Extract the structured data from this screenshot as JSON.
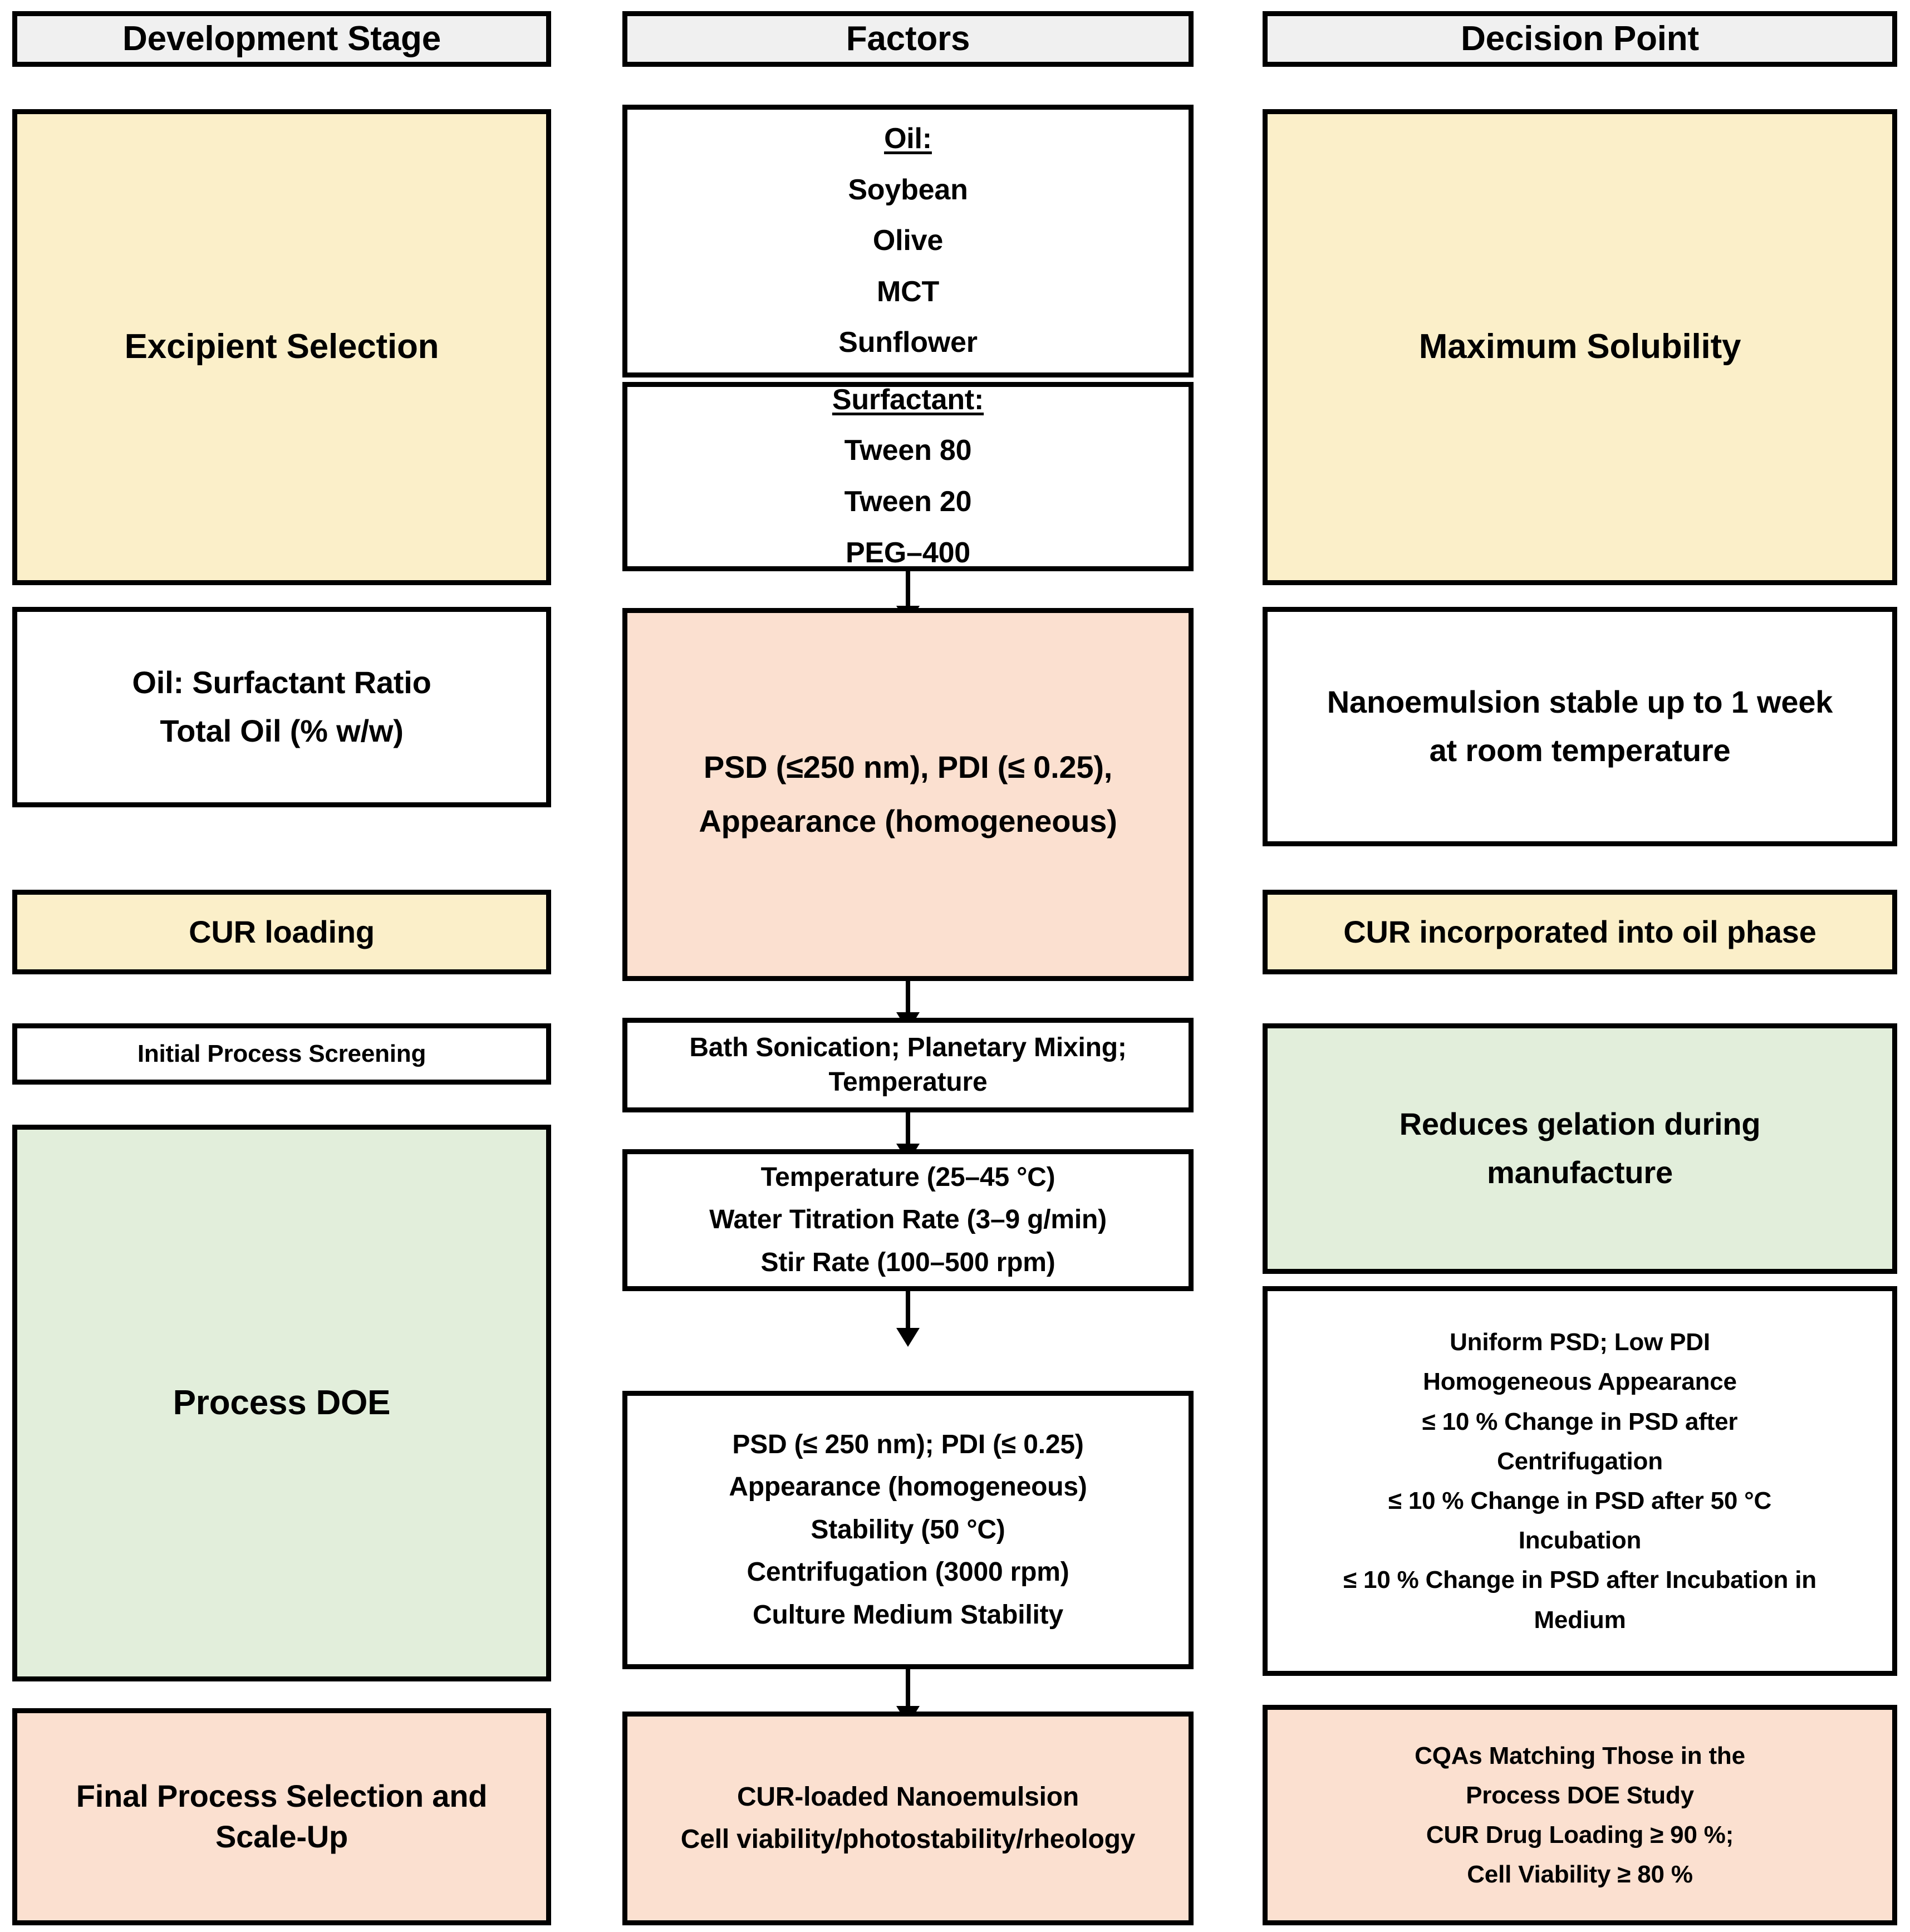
{
  "headers": {
    "development_stage": "Development Stage",
    "factors": "Factors",
    "decision_point": "Decision Point"
  },
  "colors": {
    "cream": "#fbefc9",
    "peach": "#fbe0d0",
    "green": "#e2eedb",
    "white": "#ffffff",
    "header_grey": "#f0f0f0",
    "border": "#000000"
  },
  "development_stage": {
    "excipient_selection": "Excipient Selection",
    "oil_surfactant_ratio": "Oil: Surfactant Ratio",
    "total_oil": "Total Oil (% w/w)",
    "cur_loading": "CUR loading",
    "initial_process_screening": "Initial Process Screening",
    "process_doe": "Process DOE",
    "final_process_line1": "Final Process Selection and",
    "final_process_line2": "Scale-Up"
  },
  "factors": {
    "oil_heading": "Oil:",
    "oil_items": [
      "Soybean",
      "Olive",
      "MCT",
      "Sunflower"
    ],
    "surfactant_heading": "Surfactant:",
    "surfactant_items": [
      "Tween 80",
      "Tween 20",
      "PEG–400"
    ],
    "cqa_screen_line1": "PSD (≤250 nm), PDI (≤ 0.25),",
    "cqa_screen_line2": "Appearance (homogeneous)",
    "process_screen_line1": "Bath Sonication; Planetary Mixing;",
    "process_screen_line2": "Temperature",
    "doe_factors": [
      "Temperature (25–45 °C)",
      "Water Titration Rate (3–9 g/min)",
      "Stir Rate (100–500 rpm)"
    ],
    "doe_responses": [
      "PSD (≤ 250 nm); PDI (≤ 0.25)",
      "Appearance (homogeneous)",
      "Stability (50 °C)",
      "Centrifugation (3000 rpm)",
      "Culture Medium Stability"
    ],
    "final_line1": "CUR-loaded Nanoemulsion",
    "final_line2": "Cell viability/photostability/rheology"
  },
  "decision_point": {
    "maximum_solubility": "Maximum Solubility",
    "stability_line1": "Nanoemulsion stable up to 1 week",
    "stability_line2": "at room temperature",
    "cur_oil_phase": "CUR  incorporated into oil phase",
    "gelation_line1": "Reduces gelation during",
    "gelation_line2": "manufacture",
    "doe_criteria": [
      "Uniform PSD; Low PDI",
      "Homogeneous Appearance",
      "≤ 10 % Change in PSD after",
      "Centrifugation",
      "≤ 10 % Change in PSD after 50 °C",
      "Incubation",
      "≤ 10 % Change in PSD after Incubation in",
      "Medium"
    ],
    "final_criteria": [
      "CQAs Matching Those in the",
      "Process DOE Study",
      "CUR Drug Loading ≥  90 %;",
      "Cell Viability ≥  80 %"
    ]
  }
}
